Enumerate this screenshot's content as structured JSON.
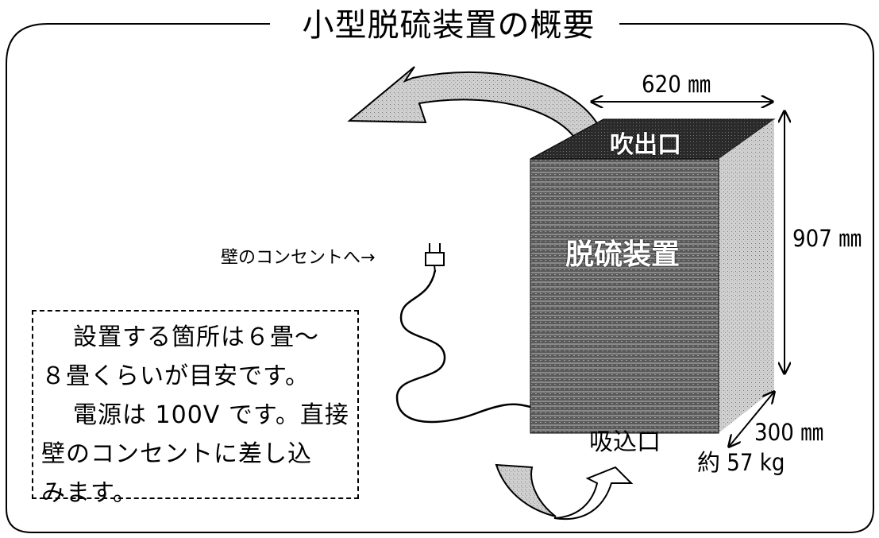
{
  "title": "小型脱硫装置の概要",
  "dimensions": {
    "width": "620 ㎜",
    "height": "907 ㎜",
    "depth": "300 ㎜",
    "weight": "約 57 kg"
  },
  "device_labels": {
    "outlet": "吹出口",
    "body": "脱硫装置",
    "inlet": "吸込口"
  },
  "plug_label": "壁のコンセントへ→",
  "note_lines": [
    "設置する箇所は６畳～",
    "８畳くらいが目安です。",
    "電源は 100V です。直接",
    "壁のコンセントに差し込",
    "みます。"
  ]
}
